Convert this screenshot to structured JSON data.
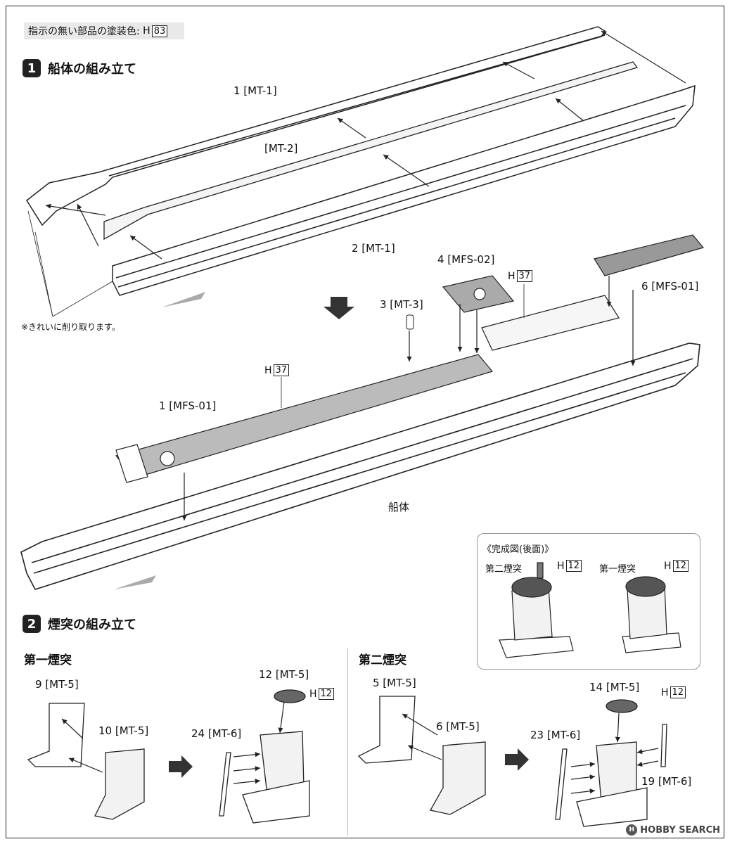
{
  "header_note": {
    "text": "指示の無い部品の塗装色:",
    "code_prefix": "H",
    "code": "83"
  },
  "step1": {
    "number": "1",
    "title": "船体の組み立て"
  },
  "step2": {
    "number": "2",
    "title": "煙突の組み立て"
  },
  "labels": {
    "mt1_top": "1 [MT-1]",
    "mt2": "[MT-2]",
    "mt1_bottom": "2 [MT-1]",
    "trim_note": "※きれいに削り取ります。",
    "mfs02": "4 [MFS-02]",
    "mt3": "3 [MT-3]",
    "mfs01_right": "6 [MFS-01]",
    "mfs01_left": "1 [MFS-01]",
    "hull": "船体"
  },
  "h_codes": {
    "prefix": "H",
    "deck_right": "37",
    "deck_left": "37",
    "funnel": "12"
  },
  "completed": {
    "title": "《完成図(後面)》",
    "second_funnel": "第二煙突",
    "first_funnel": "第一煙突"
  },
  "funnel1": {
    "title": "第一煙突",
    "part_a": "9 [MT-5]",
    "part_b": "10 [MT-5]",
    "part_c": "12 [MT-5]",
    "part_d": "24 [MT-6]"
  },
  "funnel2": {
    "title": "第二煙突",
    "part_a": "5 [MT-5]",
    "part_b": "6 [MT-5]",
    "part_c": "14 [MT-5]",
    "part_d": "23 [MT-6]",
    "part_e": "19 [MT-6]"
  },
  "watermark": {
    "logo": "H",
    "text": "HOBBY SEARCH"
  },
  "colors": {
    "ink": "#222222",
    "shade": "#d8d8d8",
    "deck": "#9a9a9a",
    "arrow": "#333333"
  }
}
